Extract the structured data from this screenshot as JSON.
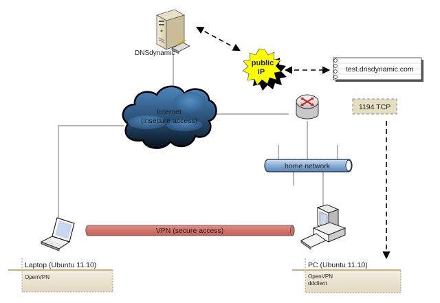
{
  "diagram": {
    "dns_server": {
      "label": "DNSdynamic",
      "icon": "server-icon"
    },
    "public_ip": {
      "line1": "public",
      "line2": "IP",
      "icon": "starburst-icon",
      "color": "#ffff00"
    },
    "dns_record": {
      "label": "test.dnsdynamic.com",
      "icon": "notepad-icon"
    },
    "internet": {
      "line1": "Internet",
      "line2": "(insecure access)",
      "icon": "cloud-icon",
      "color": "#3a6f9e"
    },
    "router": {
      "icon": "router-icon",
      "accent": "#d42020"
    },
    "port_note": {
      "label": "1194 TCP",
      "color": "#e3e0c2"
    },
    "home_network": {
      "label": "home network",
      "color": "#7ea4cf"
    },
    "vpn_tunnel": {
      "label": "VPN (secure access)",
      "color": "#d4736c"
    },
    "laptop": {
      "icon": "laptop-icon",
      "title": "Laptop (Ubuntu 11.10)",
      "software": [
        "OpenVPN"
      ]
    },
    "pc": {
      "icon": "desktop-pc-icon",
      "title": "PC (Ubuntu 11.10)",
      "software": [
        "OpenVPN",
        "ddclient"
      ]
    },
    "note_box_color": "#ece6d4"
  }
}
